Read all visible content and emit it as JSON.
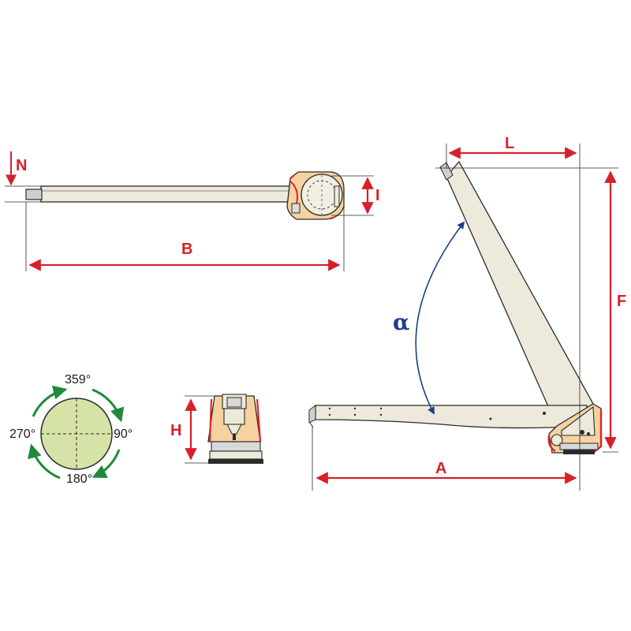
{
  "colors": {
    "dimension": "#d6202a",
    "outline": "#2a2a2a",
    "body_fill": "#eeeadb",
    "head_fill": "#f6d2a0",
    "disc_fill": "#d6e3a6",
    "rotation_arrow": "#1f8a3a",
    "angle_arrow": "#1f3f8a"
  },
  "labels": {
    "n": "N",
    "i": "I",
    "b": "B",
    "l": "L",
    "f": "F",
    "a": "A",
    "h": "H",
    "alpha": "α"
  },
  "rotation": {
    "top": "359°",
    "right": "90°",
    "bottom": "180°",
    "left": "270°"
  }
}
